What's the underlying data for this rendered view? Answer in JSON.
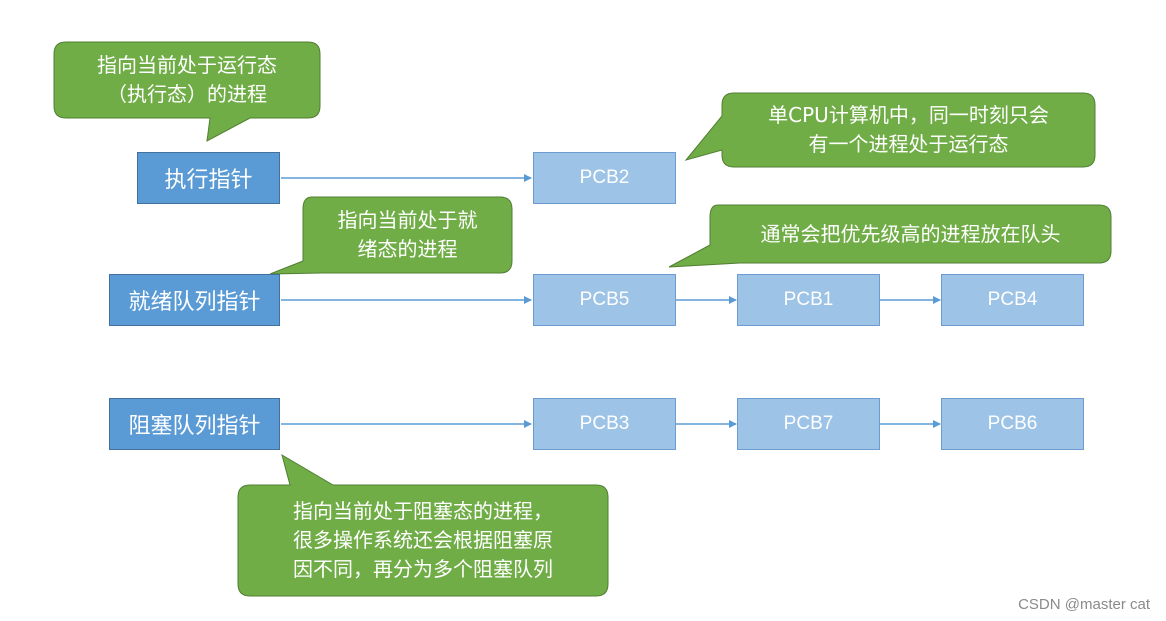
{
  "pointers": {
    "exec": "执行指针",
    "ready": "就绪队列指针",
    "blocked": "阻塞队列指针"
  },
  "pcbs": {
    "exec": [
      "PCB2"
    ],
    "ready": [
      "PCB5",
      "PCB1",
      "PCB4"
    ],
    "blocked": [
      "PCB3",
      "PCB7",
      "PCB6"
    ]
  },
  "callouts": {
    "exec_pointer": "指向当前处于运行态\n（执行态）的进程",
    "single_cpu": "单CPU计算机中，同一时刻只会\n有一个进程处于运行态",
    "ready_pointer": "指向当前处于就\n绪态的进程",
    "priority": "通常会把优先级高的进程放在队头",
    "blocked_pointer": "指向当前处于阻塞态的进程，\n很多操作系统还会根据阻塞原\n因不同，再分为多个阻塞队列"
  },
  "watermark": "CSDN @master cat",
  "colors": {
    "pointer_fill": "#5b9bd5",
    "pcb_fill": "#9dc3e6",
    "callout_fill": "#70ad47",
    "callout_stroke": "#507e32",
    "arrow": "#5b9bd5"
  }
}
